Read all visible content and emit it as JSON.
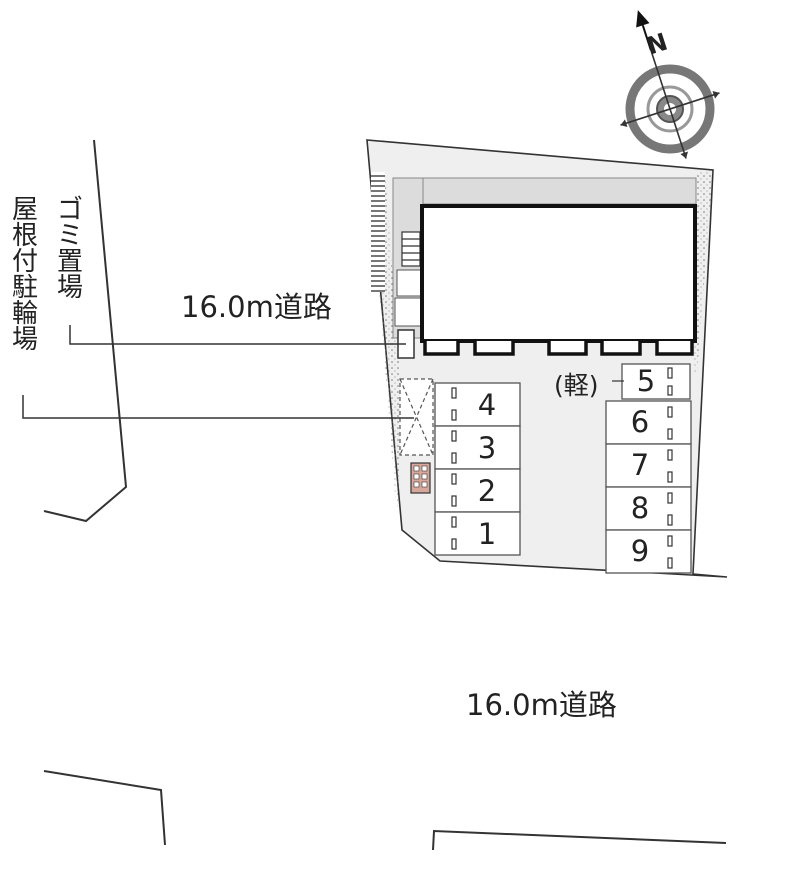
{
  "map": {
    "compass": {
      "north_label": "N",
      "icon": "compass-rose-icon"
    },
    "roads": [
      {
        "id": "road-west",
        "label": "16.0m道路"
      },
      {
        "id": "road-south",
        "label": "16.0m道路"
      }
    ],
    "facilities": {
      "garbage": "ゴミ置場",
      "bicycle": "屋根付駐輪場"
    },
    "parking": {
      "left_column": [
        "4",
        "3",
        "2",
        "1"
      ],
      "right_column": [
        "5",
        "6",
        "7",
        "8",
        "9"
      ],
      "kei_note": "(軽)"
    }
  }
}
